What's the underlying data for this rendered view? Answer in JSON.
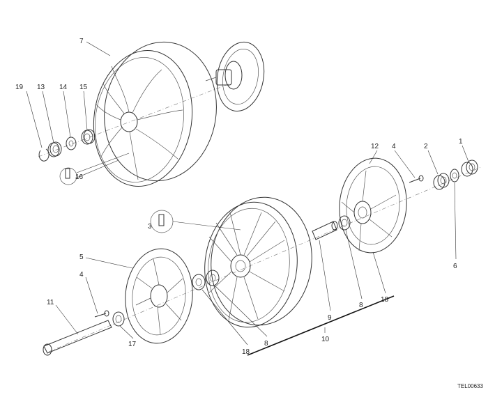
{
  "drawing_code": "TEL00633",
  "callouts": [
    "19",
    "13",
    "14",
    "15",
    "7",
    "16",
    "12",
    "4",
    "2",
    "1",
    "3",
    "6",
    "5",
    "4",
    "11",
    "17",
    "18",
    "8",
    "9",
    "10",
    "8",
    "18"
  ]
}
